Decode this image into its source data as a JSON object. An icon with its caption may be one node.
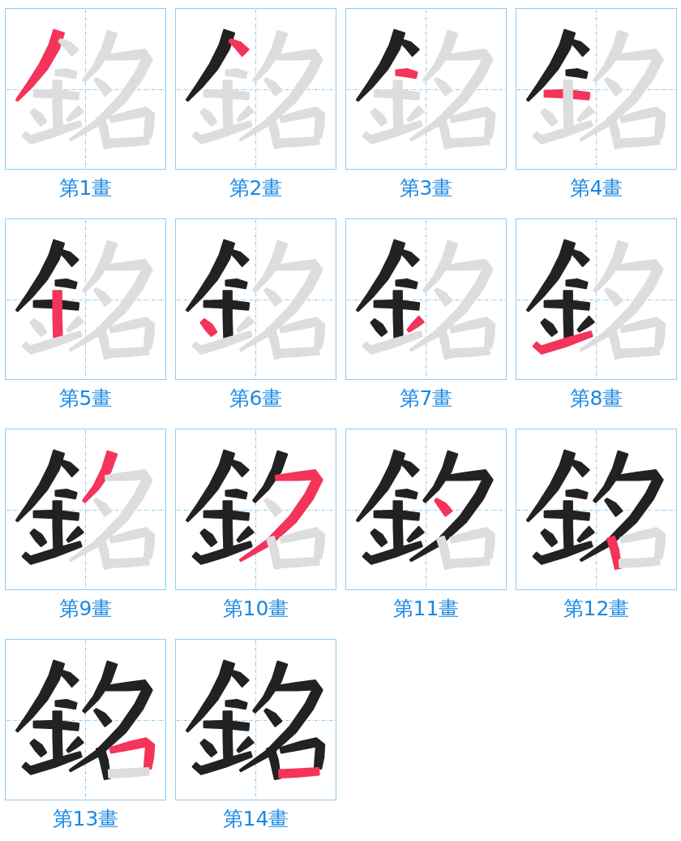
{
  "diagram": {
    "nodes": [
      {
        "text": [
          "第1畫"
        ]
      },
      {
        "text": [
          "第2畫"
        ]
      },
      {
        "text": [
          "第3畫"
        ]
      },
      {
        "text": [
          "第4畫"
        ]
      },
      {
        "text": [
          "第5畫"
        ]
      },
      {
        "text": [
          "第6畫"
        ]
      },
      {
        "text": [
          "第7畫"
        ]
      },
      {
        "text": [
          "第8畫"
        ]
      },
      {
        "text": [
          "第9畫"
        ]
      },
      {
        "text": [
          "第10畫"
        ]
      },
      {
        "text": [
          "第11畫"
        ]
      },
      {
        "text": [
          "第12畫"
        ]
      },
      {
        "text": [
          "第13畫"
        ]
      },
      {
        "text": [
          "第14畫"
        ]
      }
    ]
  }
}
